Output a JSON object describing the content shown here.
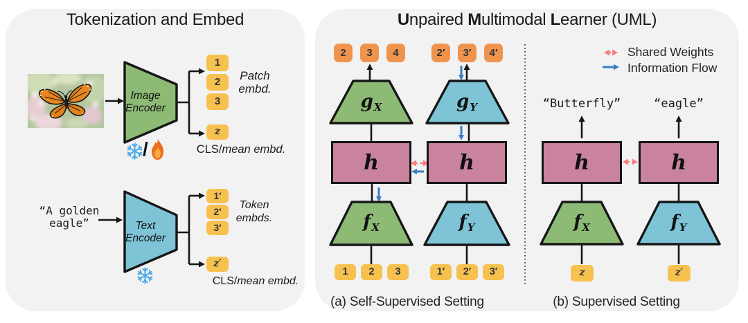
{
  "colors": {
    "panel_bg": "#F2F2F3",
    "green": "#8DBB76",
    "cyan": "#7EC4D6",
    "pink": "#C9839E",
    "orange_token": "#F0944D",
    "yellow_token": "#F6C14F",
    "arrow_pink": "#F67E7E",
    "arrow_blue": "#3B7CC2",
    "ink": "#161616"
  },
  "left": {
    "title": "Tokenization and Embed",
    "encoder_image": {
      "line1": "Image",
      "line2": "Encoder"
    },
    "encoder_text": {
      "line1": "Text",
      "line2": "Encoder"
    },
    "freeze_slash": "/",
    "icons": {
      "snowflake": "snowflake-icon",
      "flame": "flame-icon",
      "butterfly_photo": "butterfly-photo"
    },
    "patch_tokens": [
      "1",
      "2",
      "3"
    ],
    "patch_cls_token": "z",
    "patch_label": {
      "line1": "Patch",
      "line2": "embd."
    },
    "cls_label_top": {
      "plain": "CLS/",
      "italic": "mean embd."
    },
    "text_prompt": {
      "line1": "“A golden",
      "line2": "eagle”"
    },
    "token_tokens": [
      "1′",
      "2′",
      "3′"
    ],
    "token_cls_token": "z′",
    "token_label": {
      "line1": "Token",
      "line2": "embds."
    },
    "cls_label_bottom": {
      "plain": "CLS/",
      "italic": "mean embd."
    }
  },
  "uml": {
    "title": {
      "b1": "U",
      "t1": "npaired ",
      "b2": "M",
      "t2": "ultimodal ",
      "b3": "L",
      "t3": "earner (UML)"
    },
    "legend": {
      "shared_weights": "Shared Weights",
      "information_flow": "Information Flow"
    },
    "selfsup": {
      "caption": "(a) Self-Supervised Setting",
      "x_out": [
        "2",
        "3",
        "4"
      ],
      "y_out": [
        "2′",
        "3′",
        "4′"
      ],
      "gx": {
        "base": "g",
        "sub": "X"
      },
      "gy": {
        "base": "g",
        "sub": "Y"
      },
      "hx": "h",
      "hy": "h",
      "fx": {
        "base": "f",
        "sub": "X"
      },
      "fy": {
        "base": "f",
        "sub": "Y"
      },
      "x_in": [
        "1",
        "2",
        "3"
      ],
      "y_in": [
        "1′",
        "2′",
        "3′"
      ]
    },
    "sup": {
      "caption": "(b) Supervised Setting",
      "x_pred": "“Butterfly”",
      "y_pred": "“eagle”",
      "hx": "h",
      "hy": "h",
      "fx": {
        "base": "f",
        "sub": "X"
      },
      "fy": {
        "base": "f",
        "sub": "Y"
      },
      "x_token": "z",
      "y_token": "z′"
    }
  }
}
